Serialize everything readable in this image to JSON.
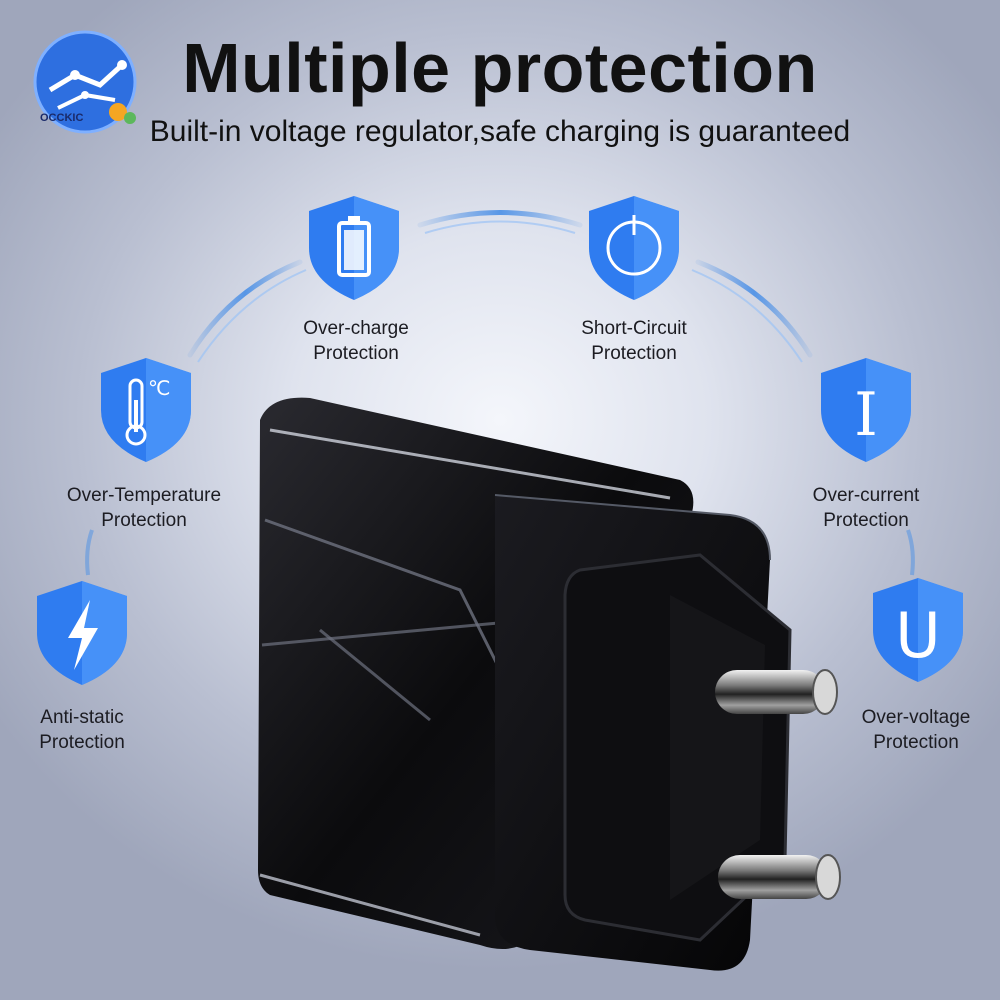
{
  "brand": {
    "name": "OCCKIC"
  },
  "header": {
    "title": "Multiple protection",
    "subtitle": "Built-in voltage regulator,safe charging is guaranteed"
  },
  "features": [
    {
      "line1": "Over-charge",
      "line2": "Protection",
      "icon": "battery-icon"
    },
    {
      "line1": "Short-Circuit",
      "line2": "Protection",
      "icon": "power-icon"
    },
    {
      "line1": "Over-Temperature",
      "line2": "Protection",
      "icon": "thermometer-icon"
    },
    {
      "line1": "Over-current",
      "line2": "Protection",
      "icon": "current-i-icon"
    },
    {
      "line1": "Anti-static",
      "line2": "Protection",
      "icon": "lightning-icon"
    },
    {
      "line1": "Over-voltage",
      "line2": "Protection",
      "icon": "voltage-u-icon"
    }
  ],
  "icon_glyphs": {
    "temperature_unit": "℃",
    "current_letter": "I",
    "voltage_letter": "U"
  },
  "colors": {
    "shield_blue": "#2f7cf0",
    "shield_light": "#6db0ff",
    "charger_black": "#0b0b0d",
    "arc_blue": "#4a8fe6"
  }
}
